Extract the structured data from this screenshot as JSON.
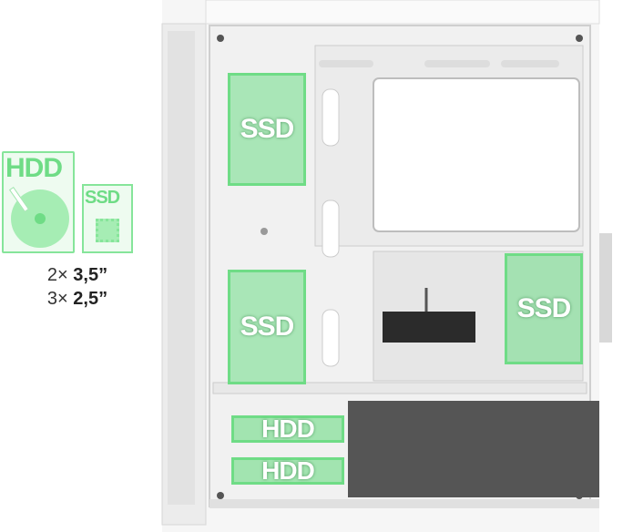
{
  "legend": {
    "hdd_label": "HDD",
    "ssd_label": "SSD",
    "line1_count": "2×",
    "line1_size": "3,5”",
    "line2_count": "3×",
    "line2_size": "2,5”"
  },
  "bays": {
    "ssd_top_left": "SSD",
    "ssd_mid_left": "SSD",
    "ssd_right": "SSD",
    "hdd_top": "HDD",
    "hdd_bottom": "HDD"
  },
  "colors": {
    "accent_green": "#6fdc86",
    "case_white": "#f3f3f3",
    "case_grey": "#dadada",
    "psu_shroud": "#555555"
  }
}
